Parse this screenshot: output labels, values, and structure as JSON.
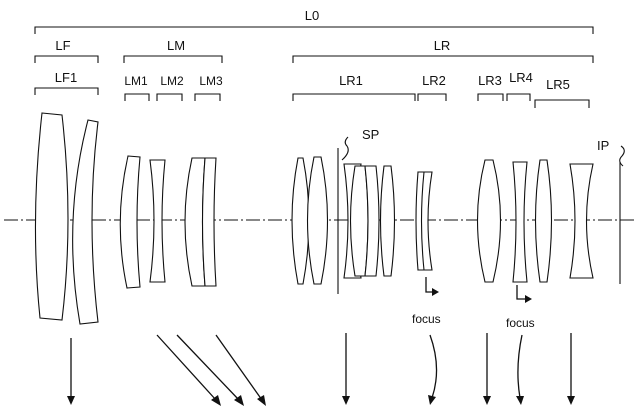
{
  "labels": {
    "L0": "L0",
    "LF": "LF",
    "LF1": "LF1",
    "LM": "LM",
    "LM1": "LM1",
    "LM2": "LM2",
    "LM3": "LM3",
    "LR": "LR",
    "LR1": "LR1",
    "LR2": "LR2",
    "LR3": "LR3",
    "LR4": "LR4",
    "LR5": "LR5",
    "SP": "SP",
    "IP": "IP",
    "focus_1": "focus",
    "focus_2": "focus"
  },
  "colors": {
    "line": "#111111",
    "background": "#ffffff"
  }
}
